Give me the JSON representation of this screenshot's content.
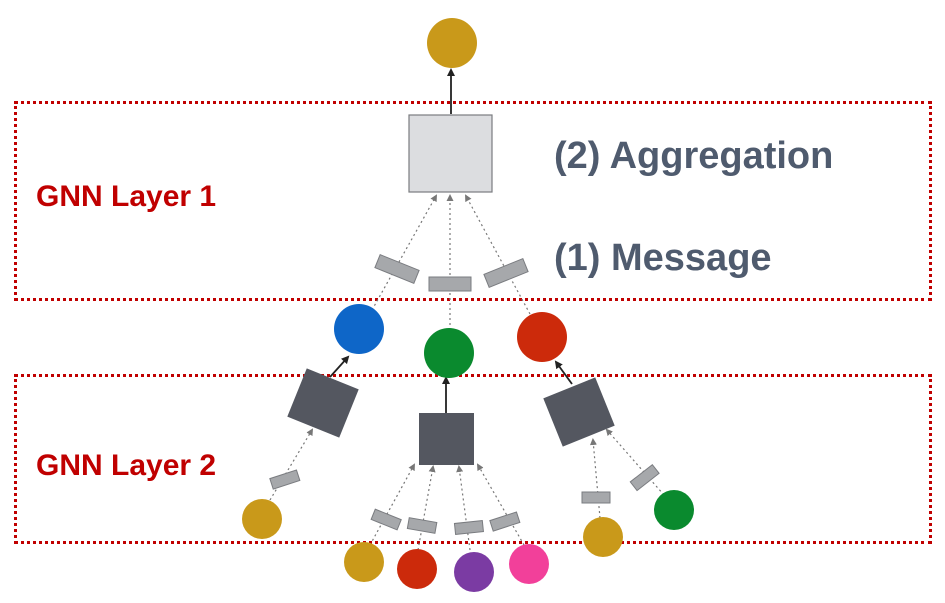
{
  "labels": {
    "layer1": "GNN Layer 1",
    "layer2": "GNN Layer 2",
    "aggregation": "(2) Aggregation",
    "message": "(1) Message"
  },
  "colors": {
    "layer_border": "#c00000",
    "layer_text": "#c00000",
    "step_text": "#4f5b6e",
    "aggregator_top": "#dcdde0",
    "aggregator_lower": "#545760",
    "message_box": "#a6a8ab",
    "gold": "#c9991a",
    "blue": "#0e66c8",
    "green": "#0a8a2e",
    "red": "#cc2a0b",
    "purple": "#7b3ba3",
    "pink": "#f2409a"
  }
}
